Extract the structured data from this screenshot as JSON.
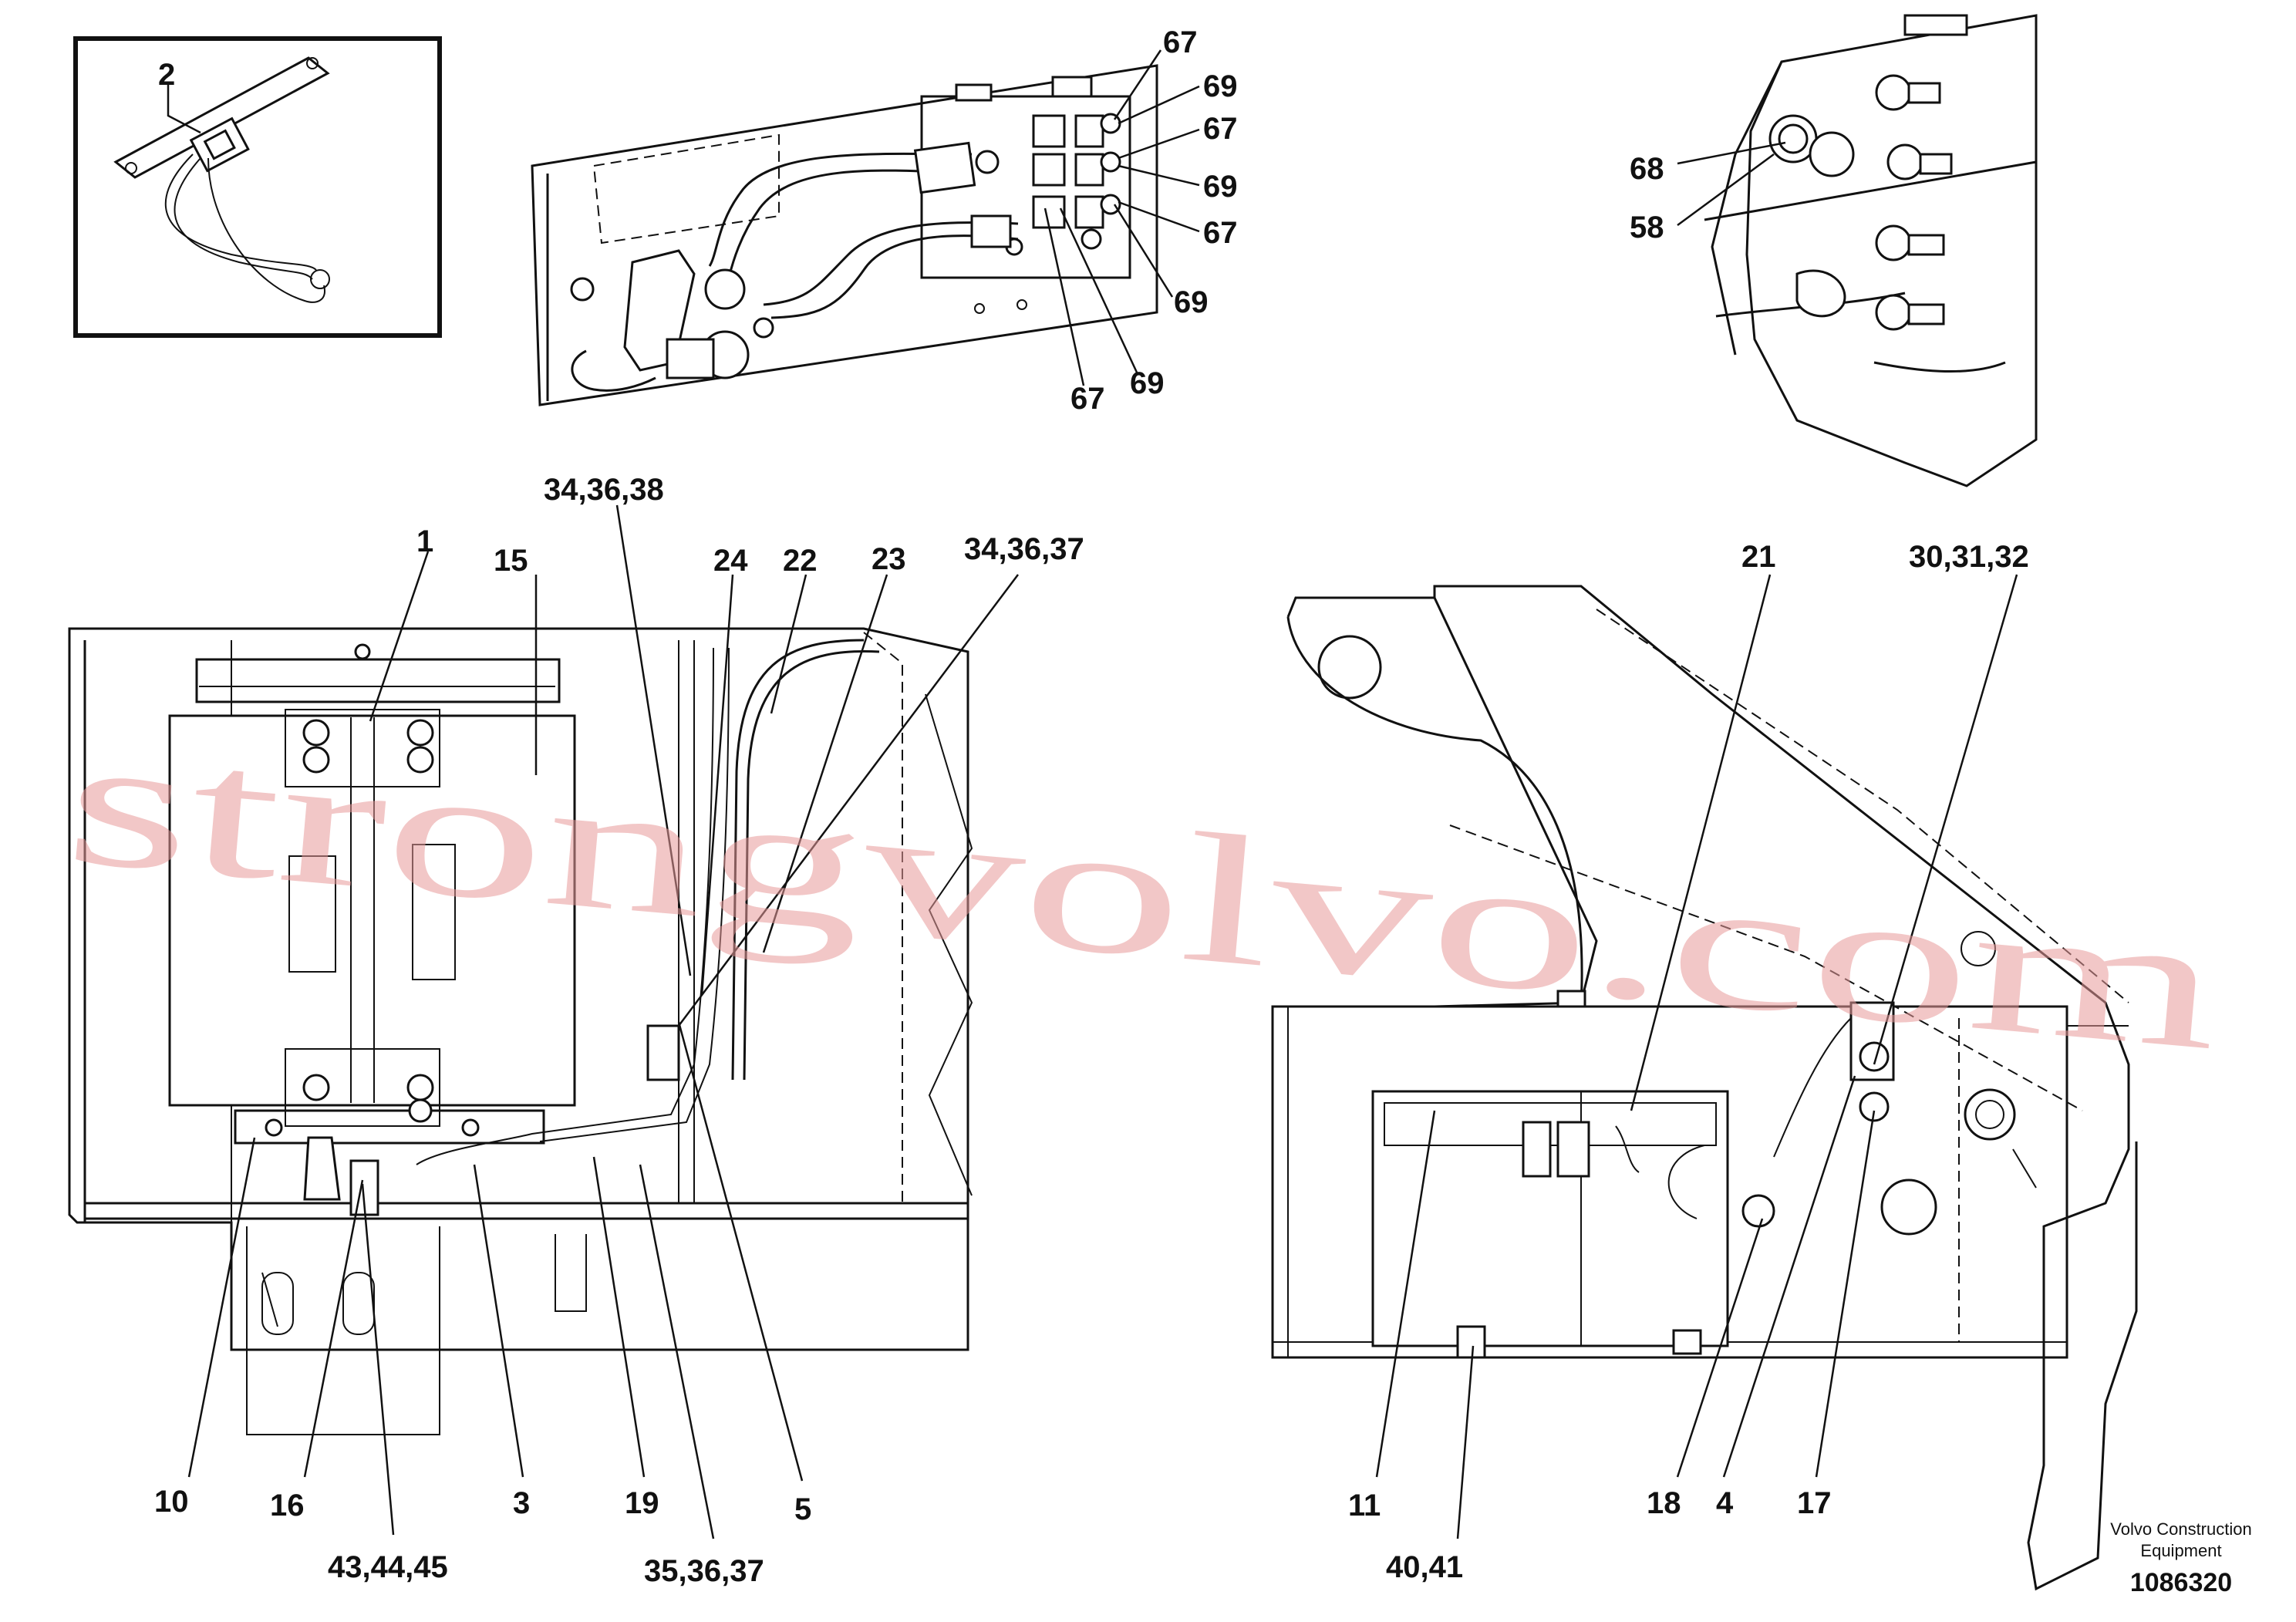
{
  "callouts": {
    "c2": "2",
    "c67a": "67",
    "c69a": "69",
    "c67b": "67",
    "c69b": "69",
    "c67c": "67",
    "c69c": "69",
    "c67d": "67",
    "c69d": "69",
    "c68": "68",
    "c58": "58",
    "c34_36_38": "34,36,38",
    "c1": "1",
    "c15": "15",
    "c24": "24",
    "c22": "22",
    "c23": "23",
    "c34_36_37": "34,36,37",
    "c21": "21",
    "c30_31_32": "30,31,32",
    "c10": "10",
    "c16": "16",
    "c3": "3",
    "c19": "19",
    "c5": "5",
    "c43_44_45": "43,44,45",
    "c35_36_37": "35,36,37",
    "c11": "11",
    "c40_41": "40,41",
    "c18": "18",
    "c4": "4",
    "c17": "17"
  },
  "watermark": "strongvolvo.com",
  "credit": {
    "line1": "Volvo Construction",
    "line2": "Equipment",
    "doc_number": "1086320"
  }
}
